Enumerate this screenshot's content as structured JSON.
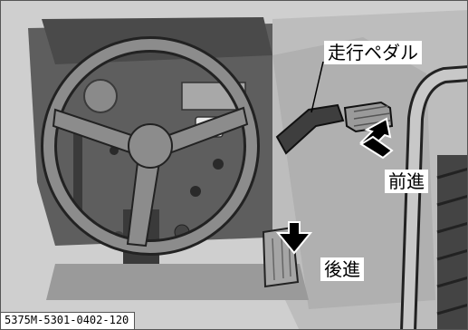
{
  "labels": {
    "pedal": "走行ペダル",
    "forward": "前進",
    "reverse": "後進"
  },
  "figure_code": "5375M-5301-0402-120"
}
